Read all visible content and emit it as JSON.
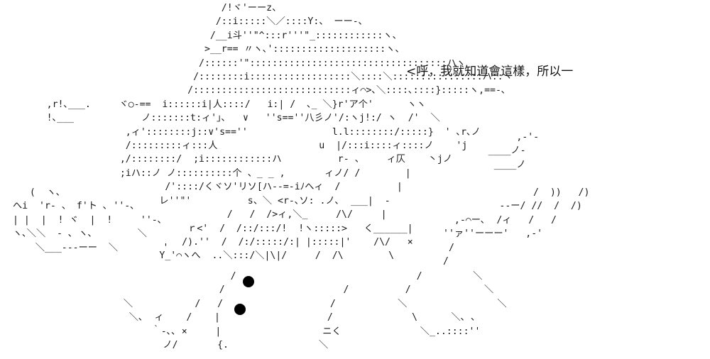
{
  "caption": "<呼，我就知道會這樣，所以一",
  "ascii_art": [
    "                                     /!ヾ'ーーz、",
    "                                    /::i:::::＼／::::Y:、 ーー-､",
    "                                   /__i斗''\"^:::r'''\"_::::::::::::ヽ、",
    "                                  >__r== 〃ヽ､'::::::::::::::::::::ヽ、",
    "                                 /::::::'\":::::::::::::::::::::::::::::::::::ハヽ",
    "                                /::::::::i::::::::::::::::::＼::::＼::::::::::::::::ハ::ヽ",
    "                               /::::::::::::::::::::::::::::ィ⌒>､＼::::､::::}:::::ヽ,==-､",
    "      ,r!､___.     ヾ○-==  i::::::i|人::::/   i:| /  ､_ ＼}r'ア个'      ヽヽ",
    "      !､___            ノ:::::::t:ィ'｣､   ∨   ''s==''八彡ノ'/:ヽj!:/ ヽ  /'  ＼",
    "                    ,ィ'::::::::j::∨'s==''               l.l::::::::/:::::}  ' ､r､ノ",
    "                    /:::::::::ィ:::人                  u  |/:::i::::ィ::::ノ    'j",
    "                   ,/::::::::/  ;i::::::::::::ハ          r- 、    ィ仄    丶jノ",
    "                   ;iハ::ノ ノ::::::::::个 、_ _ ,       ィノ/ /        |",
    "                           /'::::/くヾソ'リソ[ハ--=-iﾉへィ  /          |",
    "                          レ''\"'          s、＼ <r-､ソ: .ノ､  ___|  -",
    "                                      /   /  />ィ,＼_     /\\/     |",
    "                               ｒ<'  /  /::/:::/!  !ヽ:::::>   く______|",
    "                              /).''  /  /:/:::::/:| |:::::|'    /\\/   ×",
    "                          Y_'⌒ヽへ  ..＼:::/＼|\\|/     /  /\\        \\"
  ],
  "ascii_left": [
    "   (  ヽ､",
    "へi  'r- 、 f'ト ､ ''-､",
    "| |  |  ! ヾ  |  !     ''-､",
    "ヽ､＼＼  - ､ ヽ､        ＼",
    "    ＼___---ーー  ＼        '"
  ],
  "ascii_right": [
    "           ,-'-",
    "      ____ノ-",
    "       ____ノ"
  ],
  "ascii_hand": [
    "                /  ))   /)",
    "          --ー/ //  /  /)",
    "  ,-⌒ー､  /ィ   /   /",
    "''ァ''ーーー'   ,-'",
    " /",
    "/"
  ],
  "ascii_bottom": [
    "                      /                                /         ＼",
    "                    /                     /          /             ＼",
    "   ＼           /   /                   /           ＼                ＼",
    "    ＼､  ィ    /    |                   /              \\      ＼､ ､",
    "        ｀-､､ ×     |                  ニく              ＼_..::::''",
    "          ノ/       {.                ＼"
  ]
}
